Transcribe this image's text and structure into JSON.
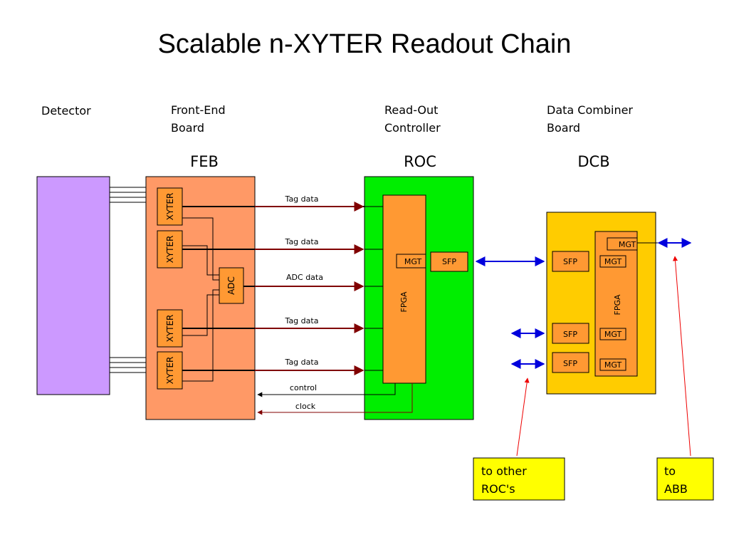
{
  "title": "Scalable n-XYTER Readout Chain",
  "headings": {
    "detector": "Detector",
    "feb_full": [
      "Front-End",
      "Board"
    ],
    "roc_full": [
      "Read-Out",
      "Controller"
    ],
    "dcb_full": [
      "Data Combiner",
      "Board"
    ]
  },
  "labels": {
    "feb": "FEB",
    "roc": "ROC",
    "dcb": "DCB",
    "xyter": "XYTER",
    "adc": "ADC",
    "fpga": "FPGA",
    "mgt": "MGT",
    "sfp": "SFP"
  },
  "signals": {
    "tag_data": "Tag data",
    "adc_data": "ADC data",
    "control": "control",
    "clock": "clock"
  },
  "notes": {
    "other_roc": [
      "to other",
      "ROC's"
    ],
    "abb": [
      "to",
      "ABB"
    ]
  },
  "colors": {
    "detector": "#cc99ff",
    "feb": "#ff9966",
    "chip": "#ff9933",
    "roc": "#00ee00",
    "dcb": "#ffcc00",
    "data_arrow": "#800000",
    "link_arrow": "#0000dd",
    "pointer": "#ee0000",
    "note_box": "#ffff00"
  }
}
